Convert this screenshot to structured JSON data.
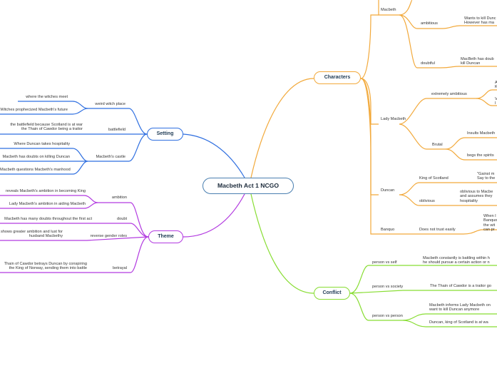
{
  "root": "Macbeth Act 1 NCGO",
  "colors": {
    "setting": "#2f6fe0",
    "theme": "#b23ae0",
    "characters": "#f2a93b",
    "conflict": "#88dd33",
    "root_border": "#4a7fb0"
  },
  "setting": {
    "label": "Setting",
    "weird": {
      "label": "weird witch place",
      "leaves": [
        "where the witches meet",
        "Witches prophecized Macbeth's future"
      ]
    },
    "battlefield": {
      "label": "battlefield",
      "leaf": "the battlefield because Scotland is at war\nthe Thain of Cawdor being a traitor"
    },
    "castle": {
      "label": "Macbeth's castle",
      "leaves": [
        "Where Duncan takes hospitality",
        "Macbeth has doubts on killing Duncan",
        "Macbeth questions Macbeth's manhood"
      ]
    }
  },
  "theme": {
    "label": "Theme",
    "ambition": {
      "label": "ambition",
      "leaves": [
        "reveals Macbeth's ambition in becoming King",
        "Lady Macbeth's ambition in aiding Macbeth"
      ]
    },
    "doubt": {
      "label": "doubt",
      "leaf": "Macbeth has many doubts throughout the first act"
    },
    "gender": {
      "label": "reverse gender roles",
      "leaf": "shows greater ambition and lust for\nhusband Macbethy"
    },
    "betrayal": {
      "label": "betrayal",
      "leaf": "Thain of Cawdor betrays Duncan by conspiring\nthe King of Norway, sending them into battle"
    }
  },
  "characters": {
    "label": "Characters",
    "macbeth": {
      "label": "Macbeth",
      "ambitious": "ambitious",
      "ambitious_text": "Wants to kill Dunc\nHowever has ma",
      "doubtful": "doubtful",
      "doubtful_text": "MacBeth has doub\nkill Duncan"
    },
    "lady": {
      "label": "Lady Macbeth",
      "extreme": "extremely ambitious",
      "extreme_leaves": [
        "A\nK",
        "V\nI"
      ],
      "brutal": "Brutal",
      "brutal_leaves": [
        "Insults Macbeth",
        "begs the spirits"
      ]
    },
    "duncan": {
      "label": "Duncan",
      "king": "King of Scotland",
      "king_text": "\"Gainst m\nSay to the",
      "oblivious": "oblivious",
      "oblivious_text": "oblivious to Macbe\nand assumes they\nhospitality"
    },
    "banquo": {
      "label": "Banquo",
      "trust": "Does not trust easily",
      "trust_text": "When I\nBanquo\nthe wit\ncan pr"
    }
  },
  "conflict": {
    "label": "Conflict",
    "self": {
      "label": "person vs self",
      "leaf": "Macbeth constantly is battling within h\nhe should pursue a certain action or n"
    },
    "society": {
      "label": "person vs society",
      "leaf": "The Thain of Cawdor is a traitor go"
    },
    "person": {
      "label": "person vs person",
      "leaves": [
        "Macbeth informs Lady Macbeth on\nwant to kill Duncan anymore",
        "Duncan, king of Scotland is at wa"
      ]
    }
  }
}
